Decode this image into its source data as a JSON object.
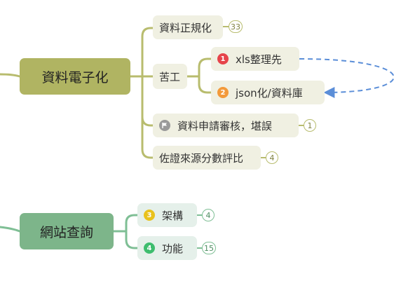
{
  "colors": {
    "branch_1": "#b0b462",
    "branch_2": "#7db58a",
    "child_fill_1": "#f0f0e2",
    "child_fill_2": "#e5f0ea",
    "relation_line": "#5b8ed8",
    "marker_priority_1": "#e6444a",
    "marker_priority_2": "#f39a3b",
    "marker_priority_3": "#e9c21c",
    "marker_priority_4": "#3ebd6e",
    "marker_flag": "#9a9a9a"
  },
  "branches": [
    {
      "label": "資料電子化",
      "children": [
        {
          "label": "資料正規化",
          "count": "33"
        },
        {
          "label": "苦工",
          "children": [
            {
              "label": "xls整理先",
              "marker": "priority-1",
              "marker_text": "1"
            },
            {
              "label": "json化/資料庫",
              "marker": "priority-2",
              "marker_text": "2"
            }
          ]
        },
        {
          "label": "資料申請審核，堪誤",
          "marker": "flag",
          "count": "1"
        },
        {
          "label": "佐證來源分數評比",
          "count": "4"
        }
      ]
    },
    {
      "label": "網站查詢",
      "children": [
        {
          "label": "架構",
          "marker": "priority-3",
          "marker_text": "3",
          "count": "4"
        },
        {
          "label": "功能",
          "marker": "priority-4",
          "marker_text": "4",
          "count": "15"
        }
      ]
    }
  ]
}
